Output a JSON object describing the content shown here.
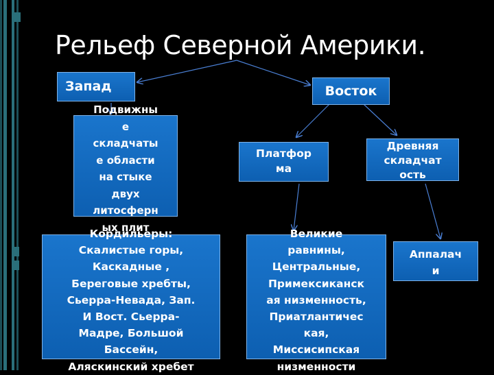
{
  "title": "Рельеф Северной Америки.",
  "west": {
    "label": "Запад",
    "description": "Подвижны\nе\nскладчаты\nе области\nна стыке\nдвух\nлитосферн\nых плит",
    "cordillera": "Кордильеры:\nСкалистые горы,\nКаскадные ,\nБереговые хребты,\nСьерра-Невада, Зап.\nИ Вост. Сьерра-\nМадре, Большой\nБассейн,\nАляскинский хребет"
  },
  "east": {
    "label": "Восток",
    "platform": "Платфор\nма",
    "ancient_folding": "Древняя\nскладчат\nость",
    "plains": "Великие\nравнины,\nЦентральные,\nПримексиканск\nая низменность,\nПриатлантичес\nкая,\nМиссисипская\nнизменности",
    "appalachians": "Аппалач\nи"
  },
  "colors": {
    "background": "#000000",
    "box_fill": "#1565c0",
    "arrow": "#4a7fd4"
  }
}
